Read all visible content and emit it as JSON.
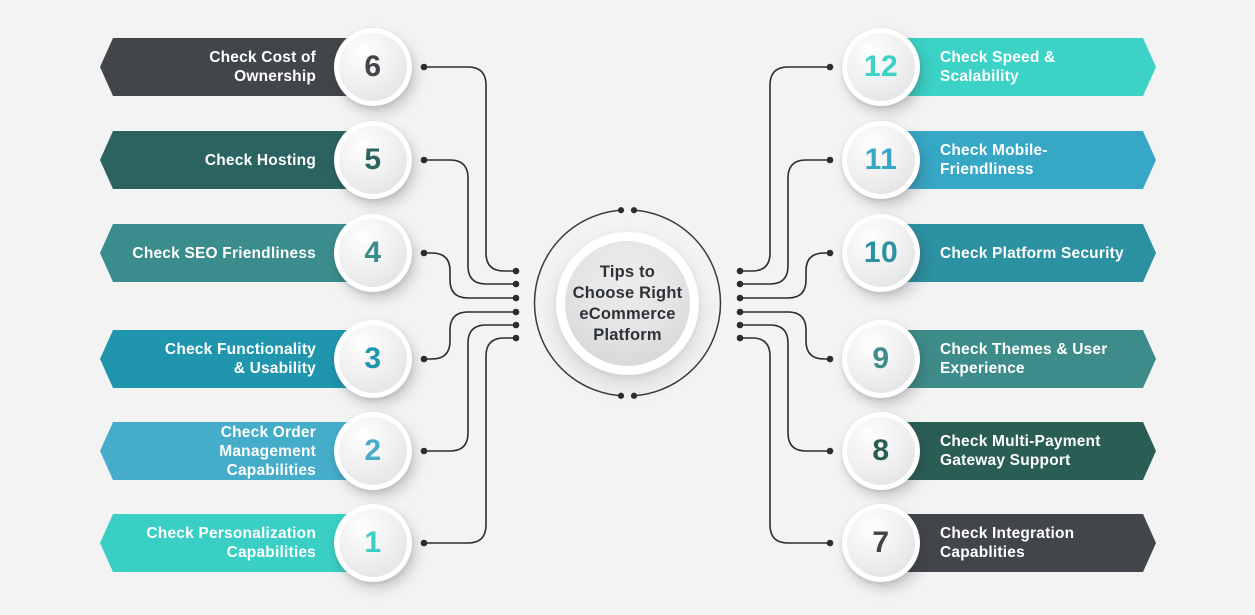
{
  "canvas": {
    "background": "#f3f3f4",
    "wire_color": "#2d2d2f",
    "circle_fill_light": "#f1f1f2",
    "circle_ring_color": "#ffffff"
  },
  "center": {
    "text": "Tips to\nChoose Right\neCommerce\nPlatform",
    "text_color": "#2f3234"
  },
  "left_items": [
    {
      "number": "6",
      "label": "Check Cost of Ownership",
      "color": "#424549"
    },
    {
      "number": "5",
      "label": "Check Hosting",
      "color": "#2b6360"
    },
    {
      "number": "4",
      "label": "Check SEO Friendliness",
      "color": "#3b8c8c"
    },
    {
      "number": "3",
      "label": "Check Functionality\n& Usability",
      "color": "#1f96ad"
    },
    {
      "number": "2",
      "label": "Check Order Management\nCapabilities",
      "color": "#45adca"
    },
    {
      "number": "1",
      "label": "Check Personalization\nCapabilities",
      "color": "#39cfc5"
    }
  ],
  "right_items": [
    {
      "number": "12",
      "label": "Check Speed & Scalability",
      "color": "#3cd2c6"
    },
    {
      "number": "11",
      "label": "Check Mobile-Friendliness",
      "color": "#37a7c6"
    },
    {
      "number": "10",
      "label": "Check Platform Security",
      "color": "#2c91a1"
    },
    {
      "number": "9",
      "label": "Check Themes & User\nExperience",
      "color": "#3e8c89"
    },
    {
      "number": "8",
      "label": "Check Multi-Payment\nGateway Support",
      "color": "#2a5e55"
    },
    {
      "number": "7",
      "label": "Check Integration\nCapablities",
      "color": "#424549"
    }
  ]
}
